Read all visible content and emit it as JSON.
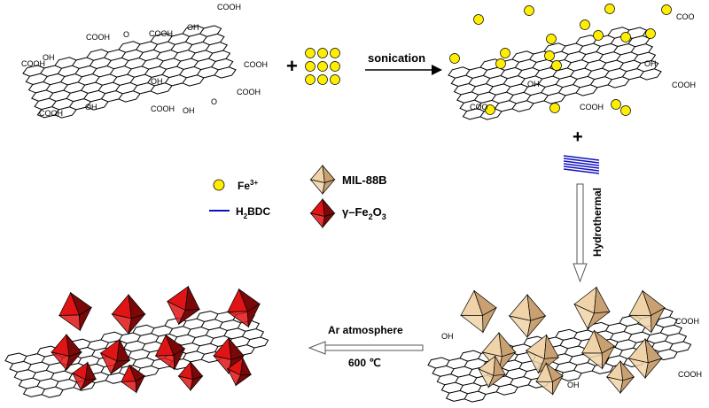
{
  "process": {
    "step1": {
      "label": "sonication",
      "plus1": "+",
      "plus2": "+"
    },
    "step2": {
      "label": "Hydrothermal"
    },
    "step3": {
      "label_top": "Ar atmosphere",
      "label_bottom": "600 ℃"
    }
  },
  "legend": {
    "fe": {
      "text": "Fe",
      "sup": "3+"
    },
    "h2bdc": {
      "pre": "H",
      "sub": "2",
      "post": "BDC"
    },
    "mil": {
      "text": "MIL-88B"
    },
    "fe2o3": {
      "pre": "γ–Fe",
      "sub1": "2",
      "mid": "O",
      "sub2": "3"
    }
  },
  "groups": {
    "cooh": "COOH",
    "oh": "OH",
    "coo": "COO",
    "o": "O"
  },
  "colors": {
    "fe_ion": "#ffee00",
    "linker": "#1010c0",
    "mil_light": "#f0d3a8",
    "mil_dark": "#c8a072",
    "fe2o3_light": "#e01414",
    "fe2o3_dark": "#7a0808"
  }
}
